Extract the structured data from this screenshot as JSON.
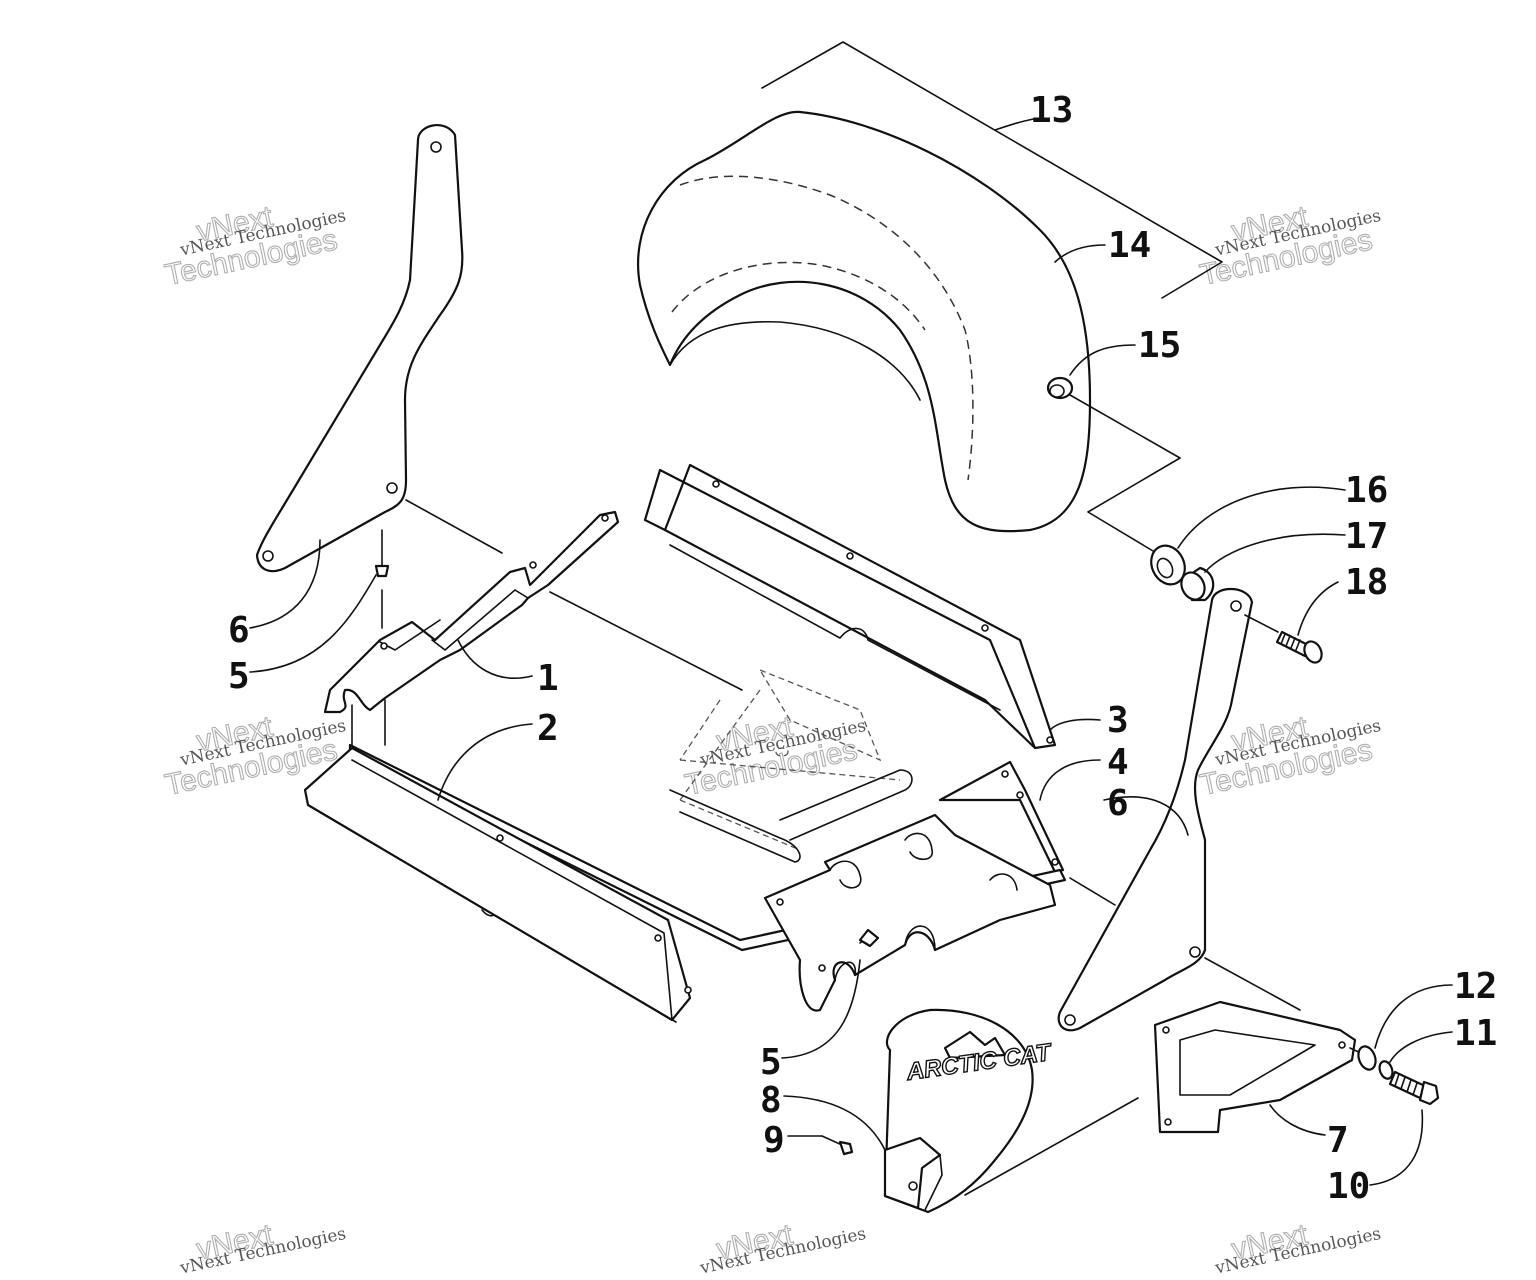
{
  "diagram": {
    "callouts": [
      "13",
      "14",
      "15",
      "16",
      "17",
      "18",
      "6",
      "5",
      "1",
      "2",
      "3",
      "4",
      "6",
      "5",
      "8",
      "9",
      "7",
      "12",
      "11",
      "10"
    ],
    "logo_text": "ARCTIC CAT",
    "watermark": {
      "line1": "vNext Technologies",
      "line2": "vNext",
      "line3": "Technologies"
    }
  }
}
